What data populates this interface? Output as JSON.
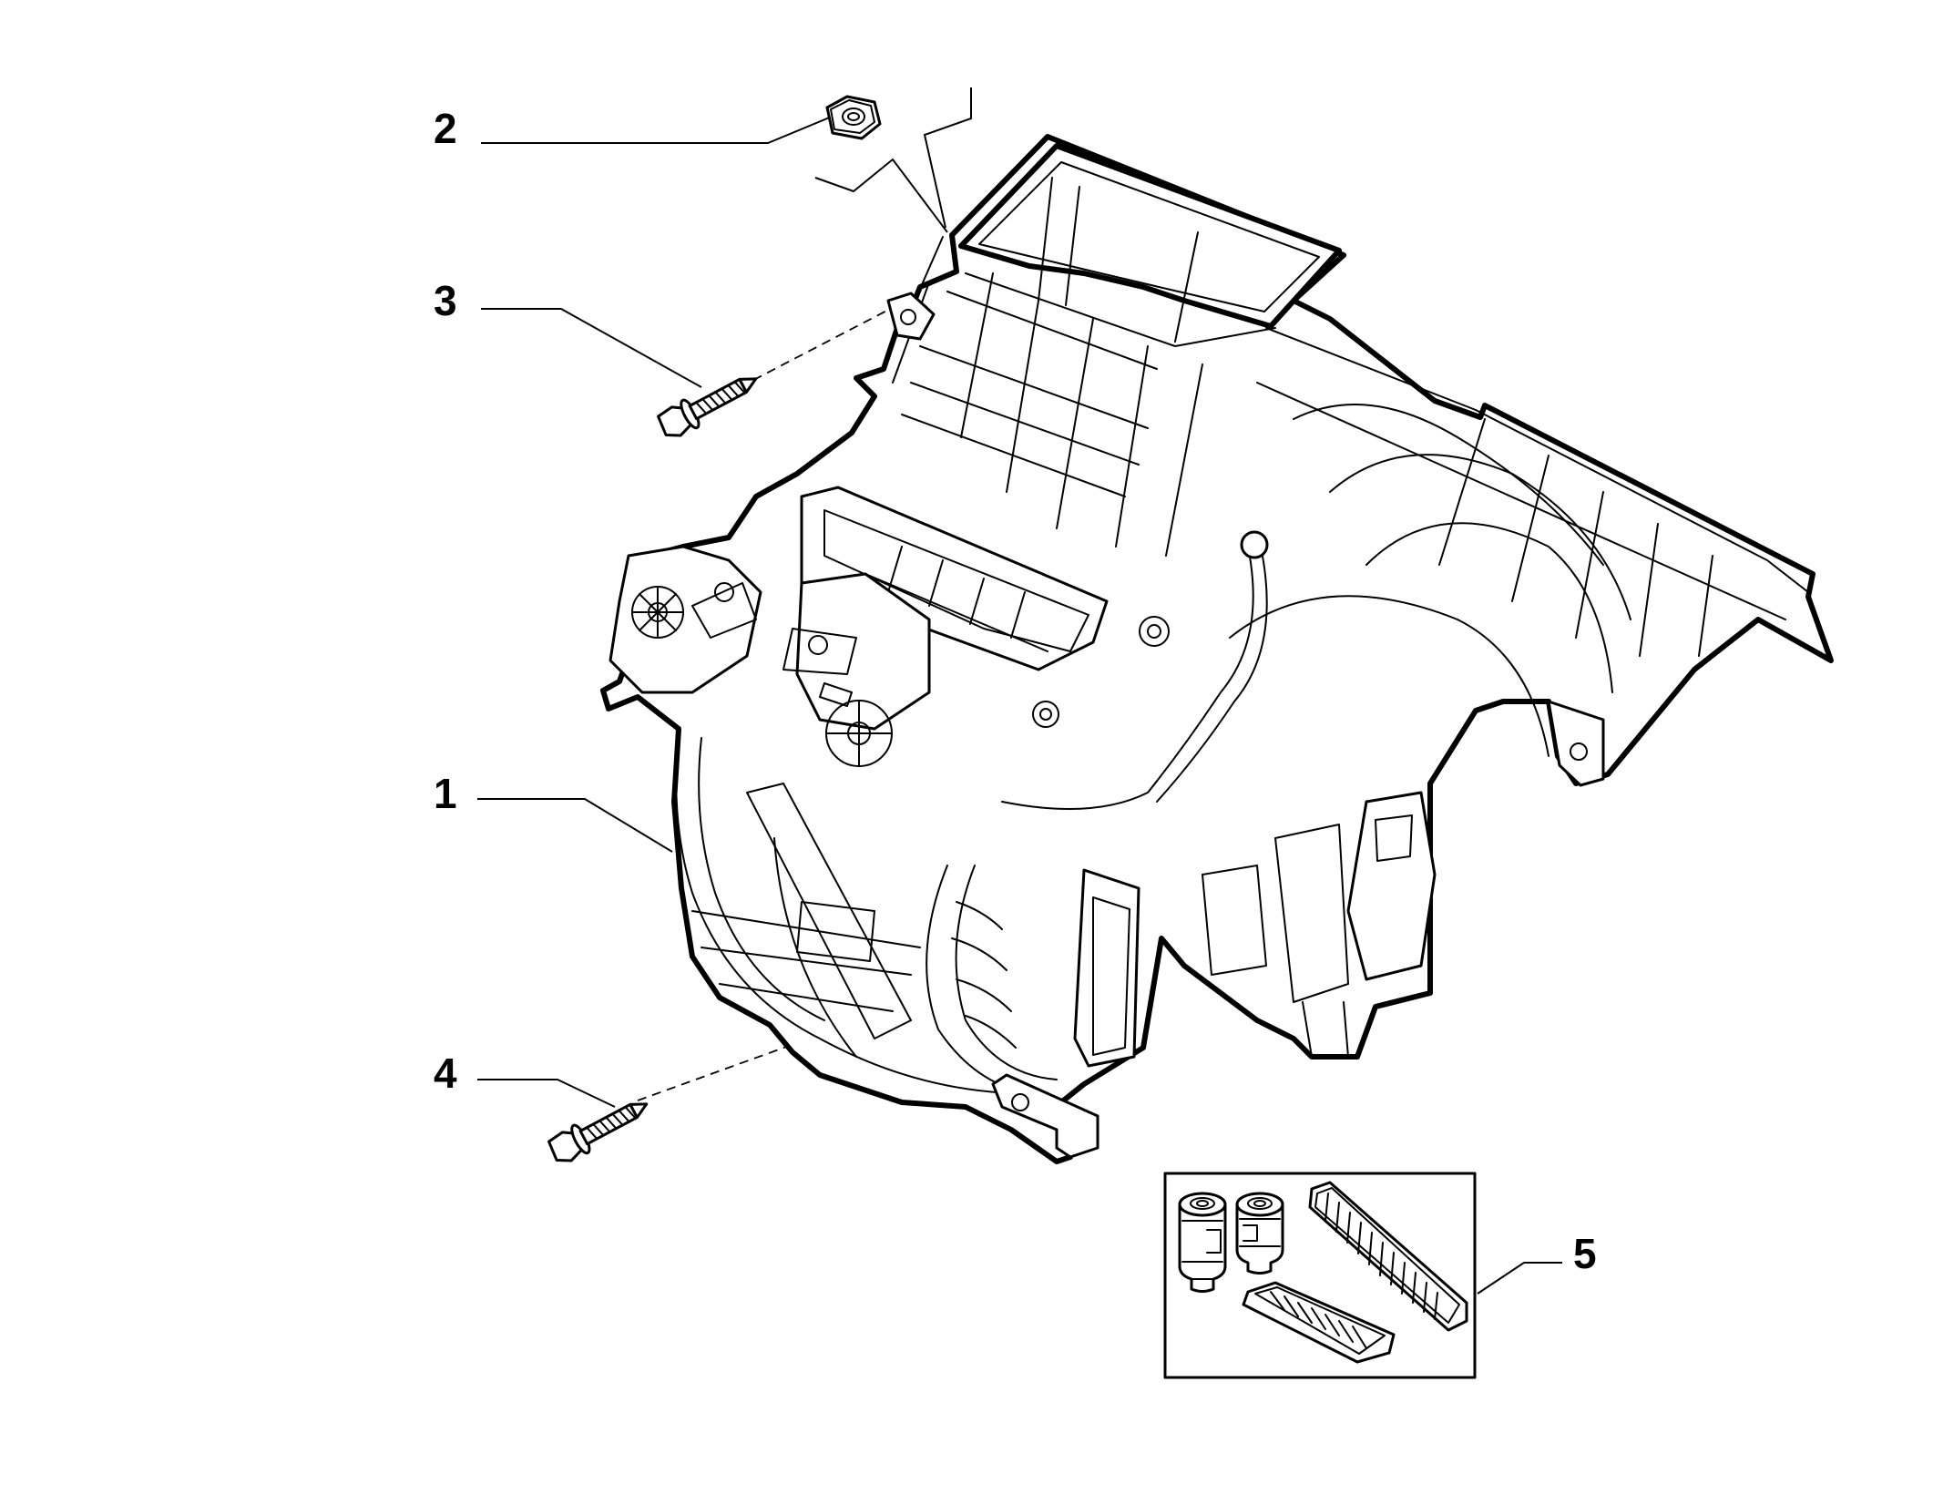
{
  "diagram": {
    "callouts": [
      {
        "id": "1",
        "label": "1"
      },
      {
        "id": "2",
        "label": "2"
      },
      {
        "id": "3",
        "label": "3"
      },
      {
        "id": "4",
        "label": "4"
      },
      {
        "id": "5",
        "label": "5"
      }
    ],
    "parts": [
      {
        "ref": "1",
        "icon": "hvac-unit-assembly"
      },
      {
        "ref": "2",
        "icon": "hex-nut"
      },
      {
        "ref": "3",
        "icon": "flanged-screw"
      },
      {
        "ref": "4",
        "icon": "flanged-screw"
      },
      {
        "ref": "5",
        "icon": "filter-kit"
      }
    ]
  }
}
